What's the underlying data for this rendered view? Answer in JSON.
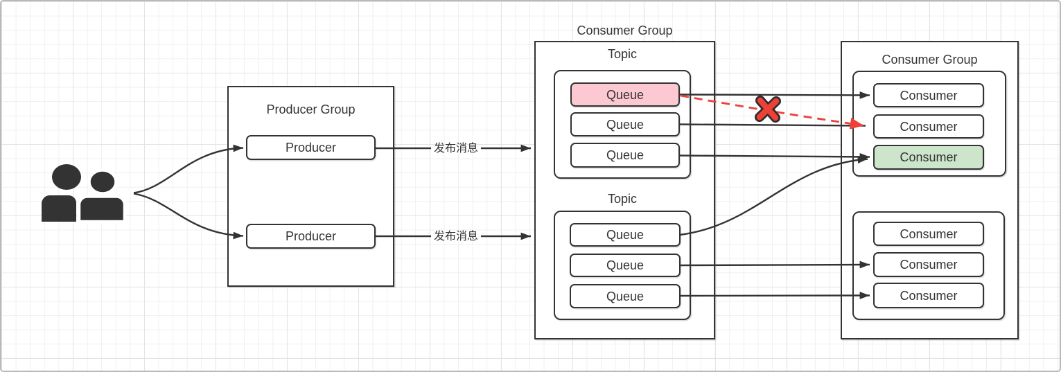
{
  "colors": {
    "line": "#333333",
    "text": "#333333",
    "queue-highlight": "#fcc8d2",
    "consumer-highlight": "#cde6cb",
    "error-red": "#ee4037",
    "cross-outline": "#2d2d2d",
    "icon-dark": "#333333",
    "canvas-border": "#b9b9b9",
    "grid-minor": "#f0f0f0",
    "grid-major": "#e4e4e4"
  },
  "users": {
    "icon": "two-people-icon"
  },
  "producer_group": {
    "title": "Producer Group",
    "producers": [
      {
        "label": "Producer"
      },
      {
        "label": "Producer"
      }
    ]
  },
  "publish_labels": [
    {
      "text": "发布消息"
    },
    {
      "text": "发布消息"
    }
  ],
  "broker": {
    "title": "Consumer Group",
    "topics": [
      {
        "title": "Topic",
        "queues": [
          {
            "label": "Queue",
            "highlight": "pink"
          },
          {
            "label": "Queue",
            "highlight": "none"
          },
          {
            "label": "Queue",
            "highlight": "none"
          }
        ]
      },
      {
        "title": "Topic",
        "queues": [
          {
            "label": "Queue",
            "highlight": "none"
          },
          {
            "label": "Queue",
            "highlight": "none"
          },
          {
            "label": "Queue",
            "highlight": "none"
          }
        ]
      }
    ]
  },
  "consumer_section": {
    "title": "Consumer Group",
    "groups": [
      {
        "consumers": [
          {
            "label": "Consumer",
            "highlight": "none"
          },
          {
            "label": "Consumer",
            "highlight": "none"
          },
          {
            "label": "Consumer",
            "highlight": "green"
          }
        ]
      },
      {
        "consumers": [
          {
            "label": "Consumer",
            "highlight": "none"
          },
          {
            "label": "Consumer",
            "highlight": "none"
          },
          {
            "label": "Consumer",
            "highlight": "none"
          }
        ]
      }
    ]
  },
  "edges": [
    {
      "from": "users-icon",
      "to": "producer-1",
      "style": "solid-curve-arrow"
    },
    {
      "from": "users-icon",
      "to": "producer-2",
      "style": "solid-curve-arrow"
    },
    {
      "from": "producer-1",
      "to": "broker-box",
      "style": "solid-arrow",
      "label": "发布消息"
    },
    {
      "from": "producer-2",
      "to": "broker-box",
      "style": "solid-arrow",
      "label": "发布消息"
    },
    {
      "from": "topic1-queue-1",
      "to": "group1-consumer-1",
      "style": "solid-arrow"
    },
    {
      "from": "topic1-queue-2",
      "to": "group1-consumer-2",
      "style": "solid-arrow"
    },
    {
      "from": "topic1-queue-3",
      "to": "group1-consumer-3",
      "style": "solid-arrow"
    },
    {
      "from": "topic1-queue-1",
      "to": "group1-consumer-2",
      "style": "red-dashed-arrow",
      "annotation": "red-cross-icon"
    },
    {
      "from": "topic2-queue-1",
      "to": "group1-consumer-3",
      "style": "solid-curve-arrow"
    },
    {
      "from": "topic2-queue-2",
      "to": "group2-consumer-2",
      "style": "solid-arrow"
    },
    {
      "from": "topic2-queue-3",
      "to": "group2-consumer-3",
      "style": "solid-arrow"
    }
  ]
}
